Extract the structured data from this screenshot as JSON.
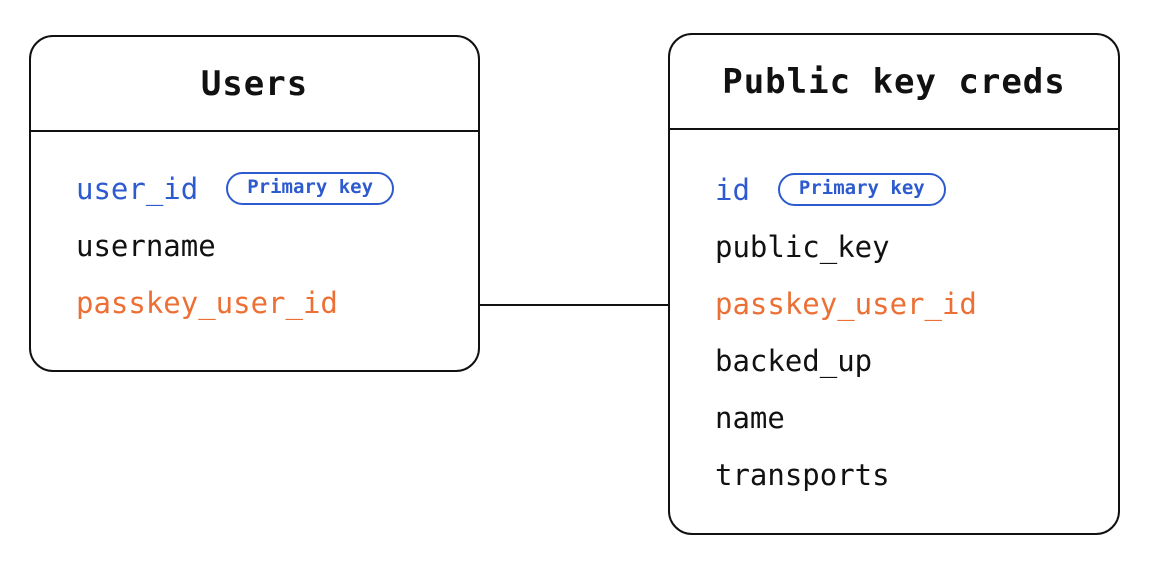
{
  "diagram": {
    "colors": {
      "line": "#111111",
      "primary_key_blue": "#2d5ace",
      "foreign_key_orange": "#ec7036",
      "background": "#ffffff"
    },
    "badge_label": "Primary key",
    "tables": [
      {
        "title": "Users",
        "fields": [
          {
            "name": "user_id",
            "color": "blue",
            "badge": "Primary key"
          },
          {
            "name": "username",
            "color": "black",
            "badge": ""
          },
          {
            "name": "passkey_user_id",
            "color": "orange",
            "badge": ""
          }
        ]
      },
      {
        "title": "Public key creds",
        "fields": [
          {
            "name": "id",
            "color": "blue",
            "badge": "Primary key"
          },
          {
            "name": "public_key",
            "color": "black",
            "badge": ""
          },
          {
            "name": "passkey_user_id",
            "color": "orange",
            "badge": ""
          },
          {
            "name": "backed_up",
            "color": "black",
            "badge": ""
          },
          {
            "name": "name",
            "color": "black",
            "badge": ""
          },
          {
            "name": "transports",
            "color": "black",
            "badge": ""
          }
        ]
      }
    ],
    "relationship": {
      "from": "Users.passkey_user_id",
      "to": "Public key creds.passkey_user_id"
    }
  }
}
